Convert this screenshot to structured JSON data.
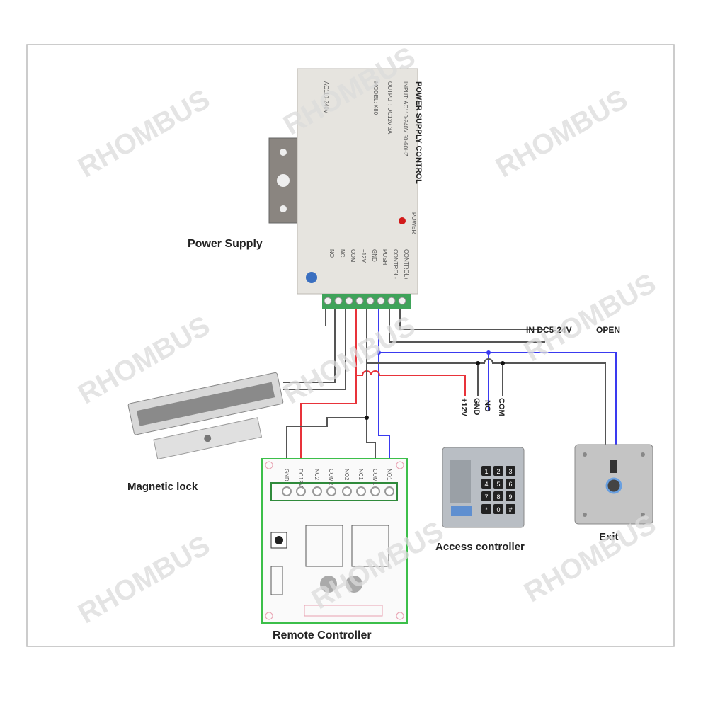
{
  "watermark": "RHOMBUS",
  "power_supply": {
    "label": "Power Supply",
    "title": "POWER SUPPLY CONTROL",
    "specs": [
      "INPUT: AC110-240V 50-60HZ",
      "OUTPUT: DC12V 3A",
      "MODEL: K80",
      "AC110-240V"
    ],
    "led_label": "POWER",
    "terminals": [
      "NO",
      "NC",
      "COM",
      "+12V",
      "GND",
      "PUSH",
      "CONTROL-",
      "CONTROL+"
    ]
  },
  "inputs": {
    "in_label": "IN DC5-24V",
    "open_label": "OPEN"
  },
  "magnetic_lock": {
    "label": "Magnetic lock"
  },
  "remote_controller": {
    "label": "Remote Controller",
    "terminals": [
      "GND",
      "DC12V",
      "NC2",
      "COM2",
      "NO2",
      "NC1",
      "COM1",
      "NO1"
    ]
  },
  "access_controller": {
    "label": "Access controller",
    "wires": [
      "+12V",
      "GND",
      "NO",
      "COM"
    ],
    "keys": [
      "1",
      "2",
      "3",
      "4",
      "5",
      "6",
      "7",
      "8",
      "9",
      "*",
      "0",
      "#"
    ]
  },
  "exit": {
    "label": "Exit"
  },
  "colors": {
    "red": "#e8333a",
    "blue": "#3a3af0",
    "gray": "#555555",
    "green": "#3cbf4a"
  }
}
